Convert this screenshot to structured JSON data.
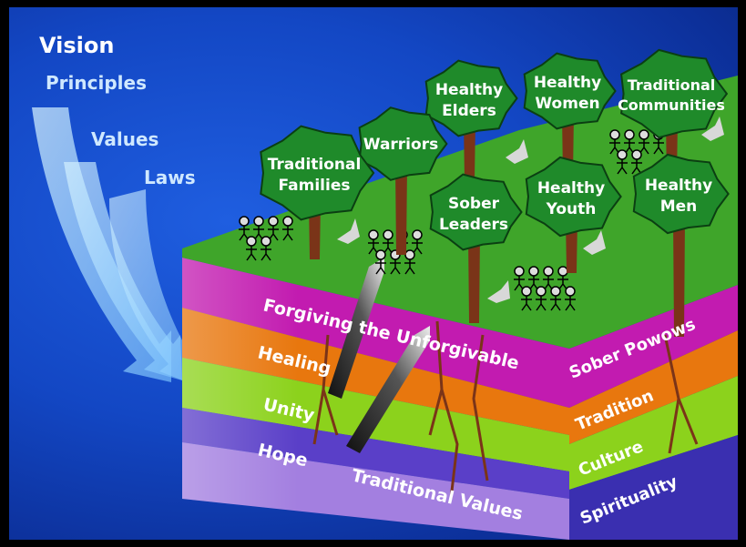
{
  "side_text": {
    "vision": "Vision",
    "principles": "Principles",
    "values": "Values",
    "laws": "Laws"
  },
  "trees": [
    {
      "line1": "Healthy",
      "line2": "Elders"
    },
    {
      "line1": "Healthy",
      "line2": "Women"
    },
    {
      "line1": "Traditional",
      "line2": "Communities"
    },
    {
      "line1": "Warriors",
      "line2": ""
    },
    {
      "line1": "Traditional",
      "line2": "Families"
    },
    {
      "line1": "Sober",
      "line2": "Leaders"
    },
    {
      "line1": "Healthy",
      "line2": "Youth"
    },
    {
      "line1": "Healthy",
      "line2": "Men"
    }
  ],
  "front_layers": [
    {
      "label": "Forgiving the Unforgivable",
      "color": "#c21bb0"
    },
    {
      "label": "Healing",
      "color": "#e8770e"
    },
    {
      "label": "Unity",
      "color": "#8cd21c"
    },
    {
      "label": "Hope",
      "color": "#5a3fc8"
    },
    {
      "label": "Traditional Values",
      "color": "#a37fe0"
    }
  ],
  "side_layers": [
    {
      "label": "Sober Powows"
    },
    {
      "label": "Tradition"
    },
    {
      "label": "Culture"
    },
    {
      "label": "Spirituality"
    }
  ],
  "colors": {
    "background": "#1347c4",
    "grass": "#3fa52a",
    "tree_canopy": "#1f8a2a",
    "trunk": "#7a3418",
    "arrow": "#b8e6ff"
  }
}
